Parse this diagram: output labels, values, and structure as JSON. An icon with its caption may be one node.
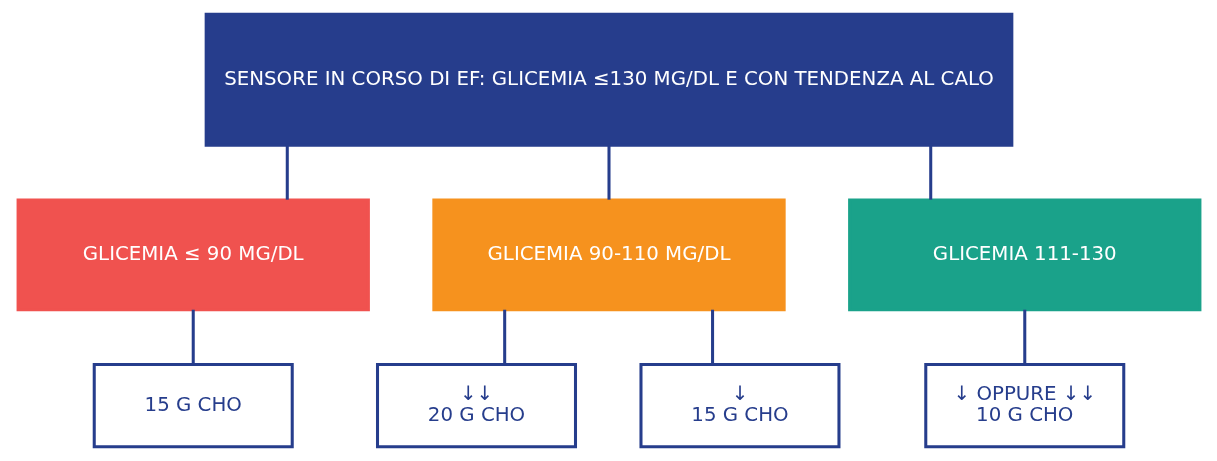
{
  "diagram": {
    "nodes": [
      {
        "text": [
          "SENSORE IN CORSO DI EF: GLICEMIA ≤130 MG/DL E CON TENDENZA AL CALO"
        ]
      },
      {
        "text": [
          "GLICEMIA ≤ 90 MG/DL"
        ]
      },
      {
        "text": [
          "GLICEMIA 90-110 MG/DL"
        ]
      },
      {
        "text": [
          "GLICEMIA 111-130"
        ]
      },
      {
        "text": [
          "15 G CHO"
        ]
      },
      {
        "text": [
          "↓↓",
          "20 G CHO"
        ]
      },
      {
        "text": [
          "↓",
          "15 G CHO"
        ]
      },
      {
        "text": [
          "↓ OPPURE ↓↓",
          "10 G CHO"
        ]
      }
    ],
    "edges": [
      {
        "from": 0,
        "to": 1,
        "arrow": "none"
      },
      {
        "from": 0,
        "to": 2,
        "arrow": "none"
      },
      {
        "from": 0,
        "to": 3,
        "arrow": "none"
      },
      {
        "from": 1,
        "to": 4,
        "arrow": "none"
      },
      {
        "from": 2,
        "to": 5,
        "arrow": "none"
      },
      {
        "from": 2,
        "to": 6,
        "arrow": "none"
      },
      {
        "from": 3,
        "to": 7,
        "arrow": "none"
      }
    ]
  }
}
